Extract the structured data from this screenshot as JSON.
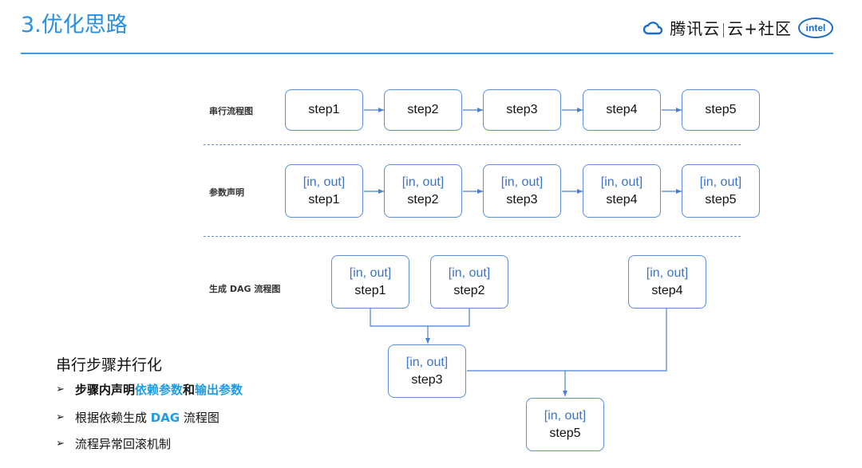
{
  "header": {
    "title": "3.优化思路",
    "brand": {
      "name_part1": "腾讯云",
      "name_part2": "云+社区",
      "intel": "intel"
    }
  },
  "rows": {
    "serial": {
      "label": "串行流程图",
      "steps": [
        "step1",
        "step2",
        "step3",
        "step4",
        "step5"
      ]
    },
    "params": {
      "label": "参数声明",
      "inout": "[in, out]",
      "steps": [
        "step1",
        "step2",
        "step3",
        "step4",
        "step5"
      ]
    },
    "dag": {
      "label": "生成 DAG 流程图",
      "inout": "[in, out]",
      "steps": [
        "step1",
        "step2",
        "step4",
        "step3",
        "step5"
      ]
    }
  },
  "summary": {
    "title": "串行步骤并行化",
    "bullet1": {
      "pre": "步骤内声明",
      "hl1": "依赖参数",
      "mid": "和",
      "hl2": "输出参数"
    },
    "bullet2": {
      "pre": "根据依赖生成 ",
      "hl": "DAG",
      "post": " 流程图"
    },
    "bullet3": "流程异常回滚机制"
  },
  "colors": {
    "accent": "#2b8fe0",
    "box_border": "#5b8ed6",
    "inout_text": "#3b73c9",
    "highlight": "#1c9be8"
  }
}
